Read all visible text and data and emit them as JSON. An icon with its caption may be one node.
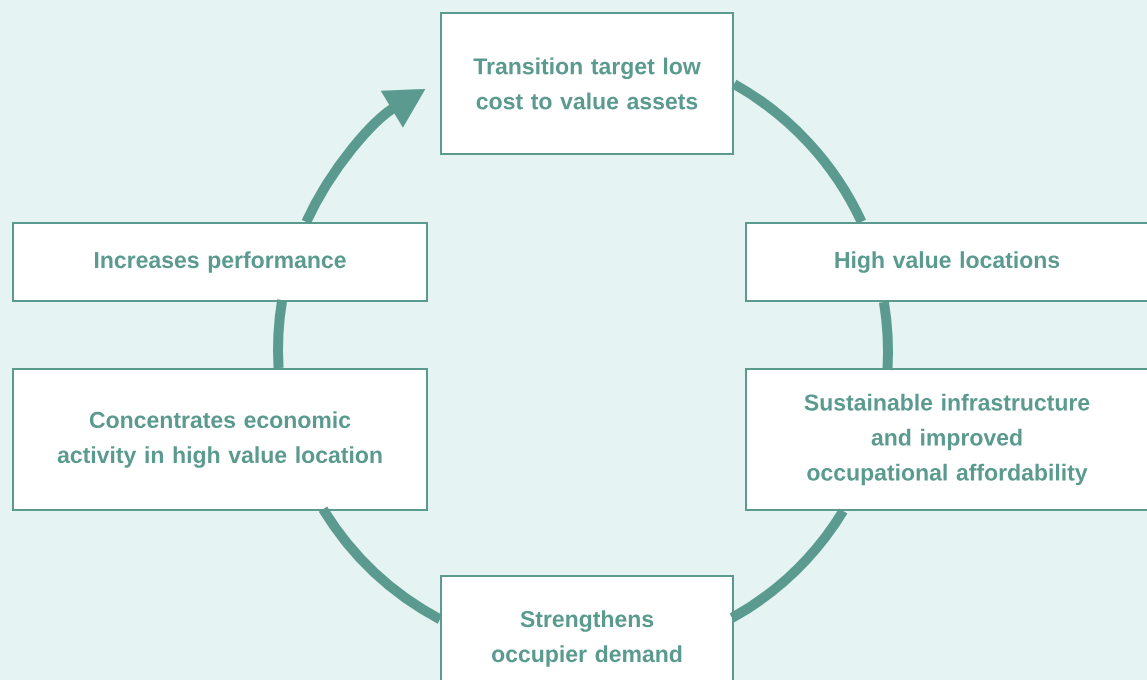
{
  "diagram": {
    "nodes": [
      {
        "text": [
          "Transition target low cost to value assets"
        ]
      },
      {
        "text": [
          "High value locations"
        ]
      },
      {
        "text": [
          "Sustainable infrastructure and improved occupational affordability"
        ]
      },
      {
        "text": [
          "Strengthens occupier demand"
        ]
      },
      {
        "text": [
          "Concentrates economic activity in high value location"
        ]
      },
      {
        "text": [
          "Increases performance"
        ]
      }
    ],
    "edges": [
      {
        "from": 0,
        "to": 1,
        "arrow": "none"
      },
      {
        "from": 1,
        "to": 2,
        "arrow": "none"
      },
      {
        "from": 2,
        "to": 3,
        "arrow": "none"
      },
      {
        "from": 3,
        "to": 4,
        "arrow": "none"
      },
      {
        "from": 4,
        "to": 5,
        "arrow": "none"
      },
      {
        "from": 5,
        "to": 0,
        "arrow": "to"
      }
    ]
  }
}
